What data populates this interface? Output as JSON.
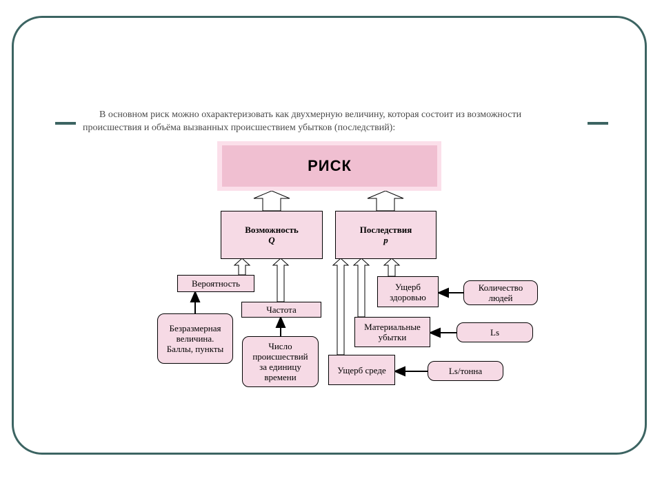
{
  "intro_text": "В основном риск можно охарактеризовать как двухмерную величину, которая состоит из возможности происшествия и объёма вызванных происшествием убытков (последствий):",
  "diagram": {
    "risk": "РИСК",
    "possibility": {
      "title": "Возможность",
      "symbol": "Q"
    },
    "consequences": {
      "title": "Последствия",
      "symbol": "p"
    },
    "probability": "Вероятность",
    "dimensionless": [
      "Безразмерная",
      "величина.",
      "Баллы, пункты"
    ],
    "frequency": "Частота",
    "incident_count": [
      "Число",
      "происшествий",
      "за единицу",
      "времени"
    ],
    "health_damage": [
      "Ущерб",
      "здоровью"
    ],
    "people_count": [
      "Количество",
      "людей"
    ],
    "material_losses": [
      "Материальные",
      "убытки"
    ],
    "ls": "Ls",
    "env_damage": "Ущерб среде",
    "ls_per_ton": "Ls/тонна"
  }
}
